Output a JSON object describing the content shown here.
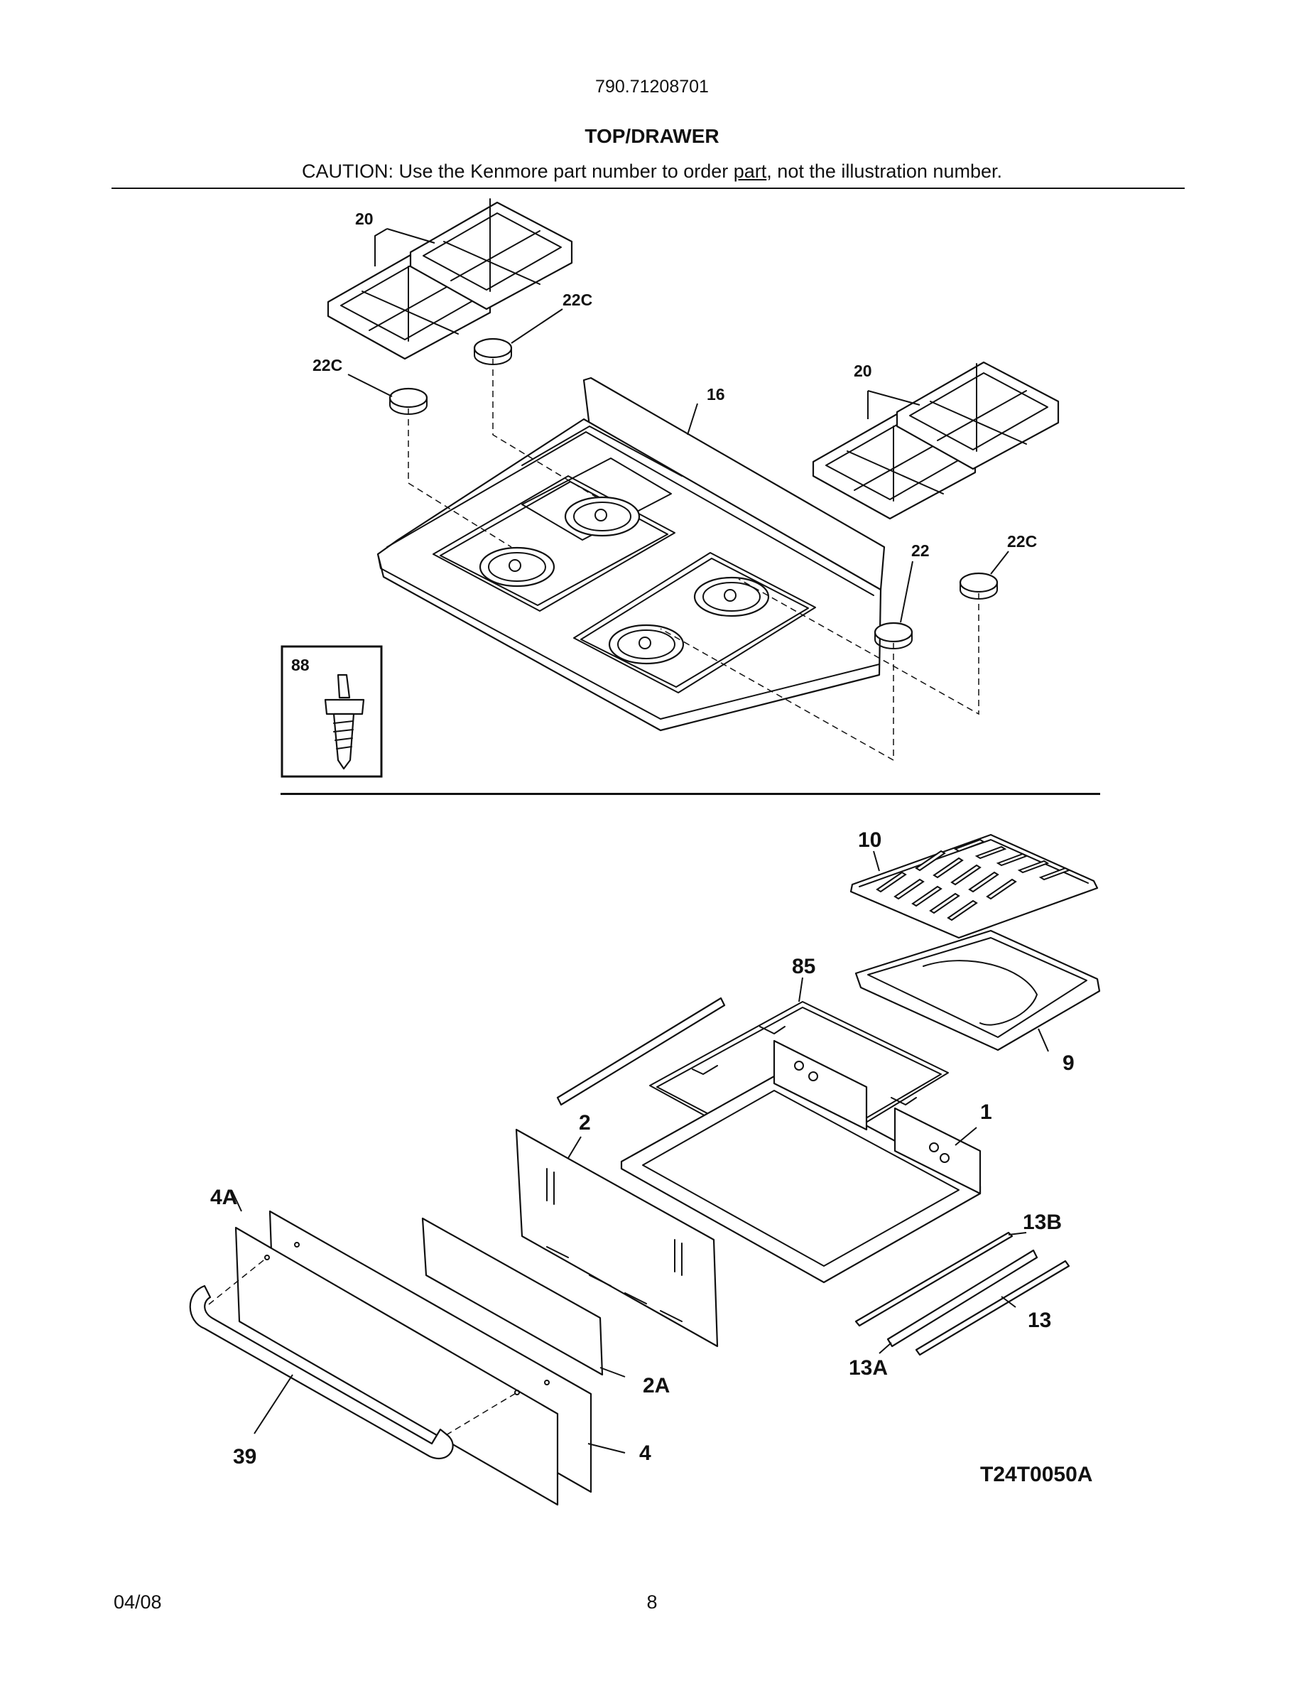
{
  "header": {
    "model_number": "790.71208701",
    "section_title": "TOP/DRAWER",
    "caution_prefix": "CAUTION: Use the Kenmore part number to order ",
    "caution_underlined": "part",
    "caution_suffix": ", not the illustration number."
  },
  "callouts": {
    "grate_left": "20",
    "grate_right": "20",
    "cap_22c_a": "22C",
    "cap_22c_b": "22C",
    "cap_22c_c": "22C",
    "cap_22": "22",
    "cooktop_16": "16",
    "inset_88": "88",
    "broiler_grid_10": "10",
    "broiler_pan_9": "9",
    "rack_85": "85",
    "drawer_body_1": "1",
    "drawer_back_2": "2",
    "drawer_2a": "2A",
    "drawer_front_4": "4",
    "drawer_panel_4a": "4A",
    "handle_39": "39",
    "slide_13": "13",
    "slide_13a": "13A",
    "slide_13b": "13B"
  },
  "figure_code": "T24T0050A",
  "footer": {
    "date": "04/08",
    "page_number": "8"
  }
}
